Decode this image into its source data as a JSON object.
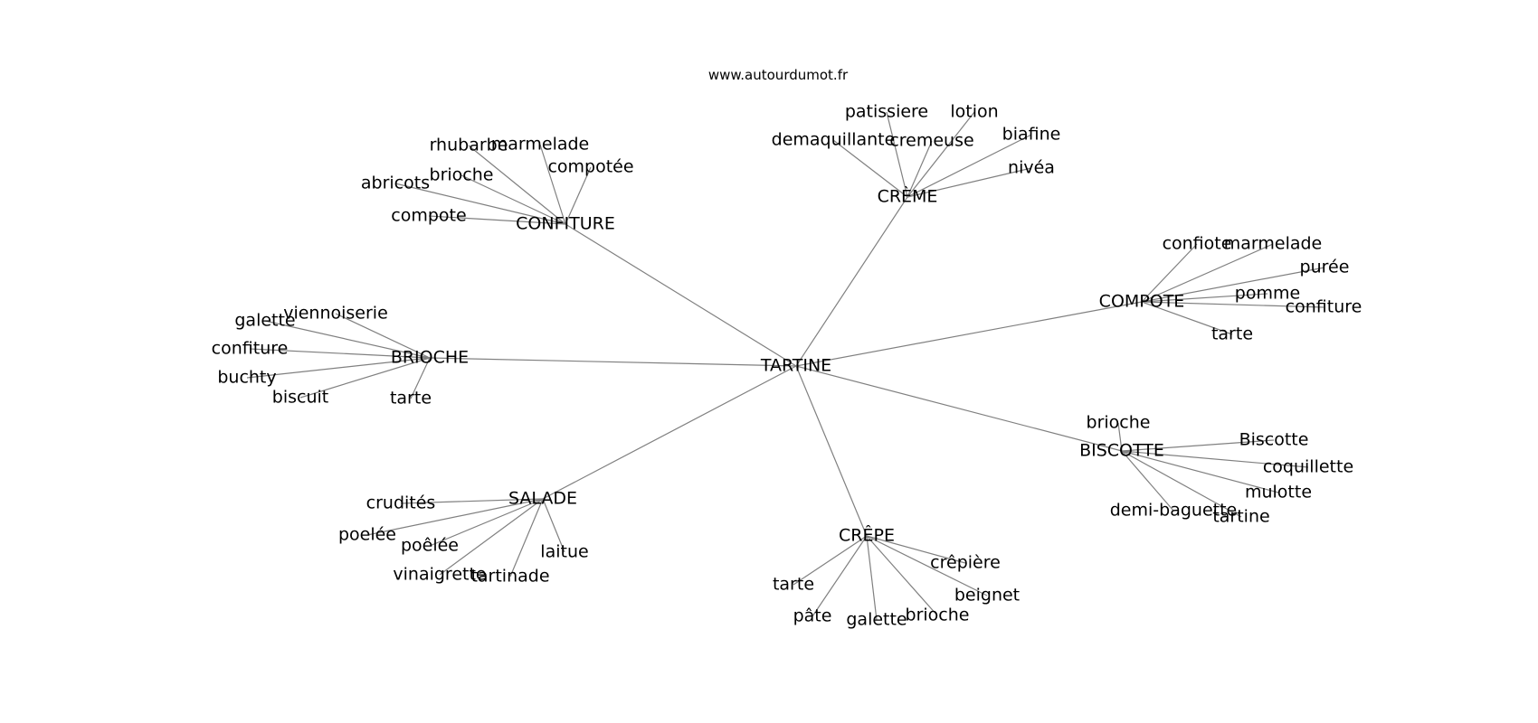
{
  "source": "www.autourdumot.fr",
  "graph": {
    "center": "TARTINE",
    "clusters": [
      {
        "hub": "CONFITURE",
        "words": [
          "rhubarbe",
          "marmelade",
          "compotée",
          "abricots",
          "brioche",
          "compote"
        ]
      },
      {
        "hub": "CRÈME",
        "words": [
          "patissiere",
          "lotion",
          "demaquillante",
          "cremeuse",
          "biafine",
          "nivéa"
        ]
      },
      {
        "hub": "COMPOTE",
        "words": [
          "confiote",
          "marmelade",
          "purée",
          "pomme",
          "confiture",
          "tarte"
        ]
      },
      {
        "hub": "BRIOCHE",
        "words": [
          "viennoiserie",
          "galette",
          "confiture",
          "buchty",
          "biscuit",
          "tarte"
        ]
      },
      {
        "hub": "BISCOTTE",
        "words": [
          "brioche",
          "Biscotte",
          "coquillette",
          "mulotte",
          "demi-baguette",
          "tartine"
        ]
      },
      {
        "hub": "SALADE",
        "words": [
          "crudités",
          "poelée",
          "poêlée",
          "laitue",
          "vinaigrette",
          "tartinade"
        ]
      },
      {
        "hub": "CRÊPE",
        "words": [
          "crêpière",
          "beignet",
          "tarte",
          "pâte",
          "galette",
          "brioche"
        ]
      }
    ]
  }
}
